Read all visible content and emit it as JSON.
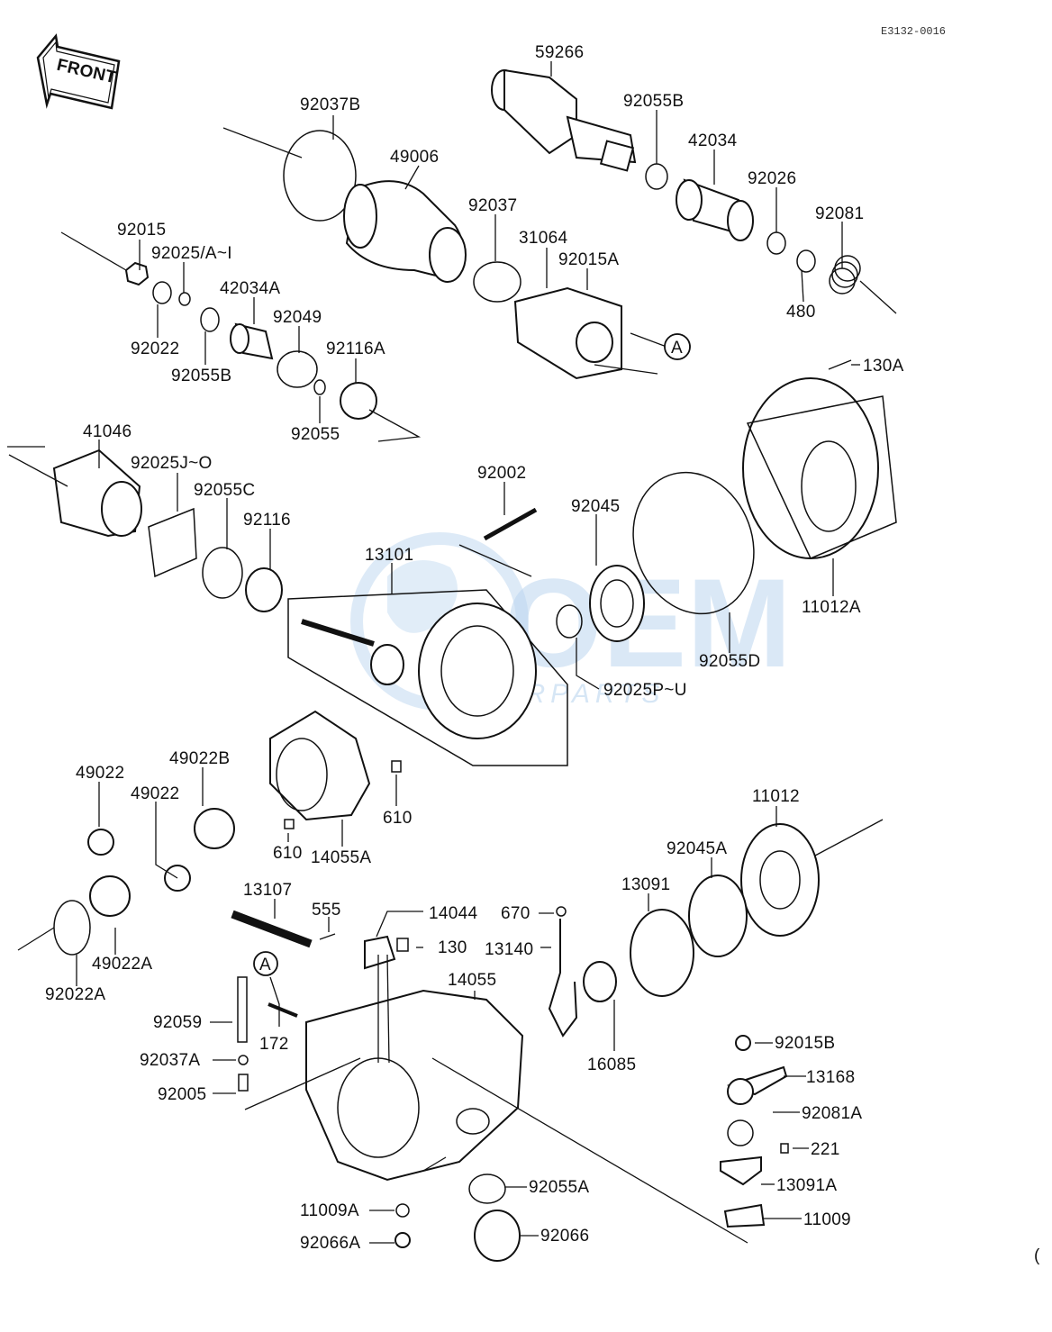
{
  "diagram": {
    "code": "E3132-0016",
    "front_arrow_text": "FRONT",
    "watermark": {
      "brand": "OEM",
      "sub": "MOTORPARTS"
    },
    "edge_mark": "(",
    "ref_markers": [
      "A",
      "A"
    ],
    "parts": [
      "59266",
      "92037B",
      "49006",
      "92055B",
      "42034",
      "92026",
      "92081",
      "92037",
      "31064",
      "92015A",
      "92015",
      "92025/A~I",
      "42034A",
      "92049",
      "92116A",
      "92022",
      "92055B",
      "92055",
      "480",
      "130A",
      "41046",
      "92025J~O",
      "92055C",
      "92116",
      "92002",
      "92045",
      "13101",
      "11012A",
      "92055D",
      "92025P~U",
      "49022B",
      "49022",
      "49022",
      "610",
      "610",
      "14055A",
      "11012",
      "92045A",
      "13091",
      "13107",
      "555",
      "14044",
      "670",
      "130",
      "13140",
      "92022A",
      "49022A",
      "92059",
      "172",
      "14055",
      "92037A",
      "92005",
      "16085",
      "92015B",
      "13168",
      "92081A",
      "221",
      "13091A",
      "11009",
      "11009A",
      "92055A",
      "92066A",
      "92066"
    ]
  }
}
